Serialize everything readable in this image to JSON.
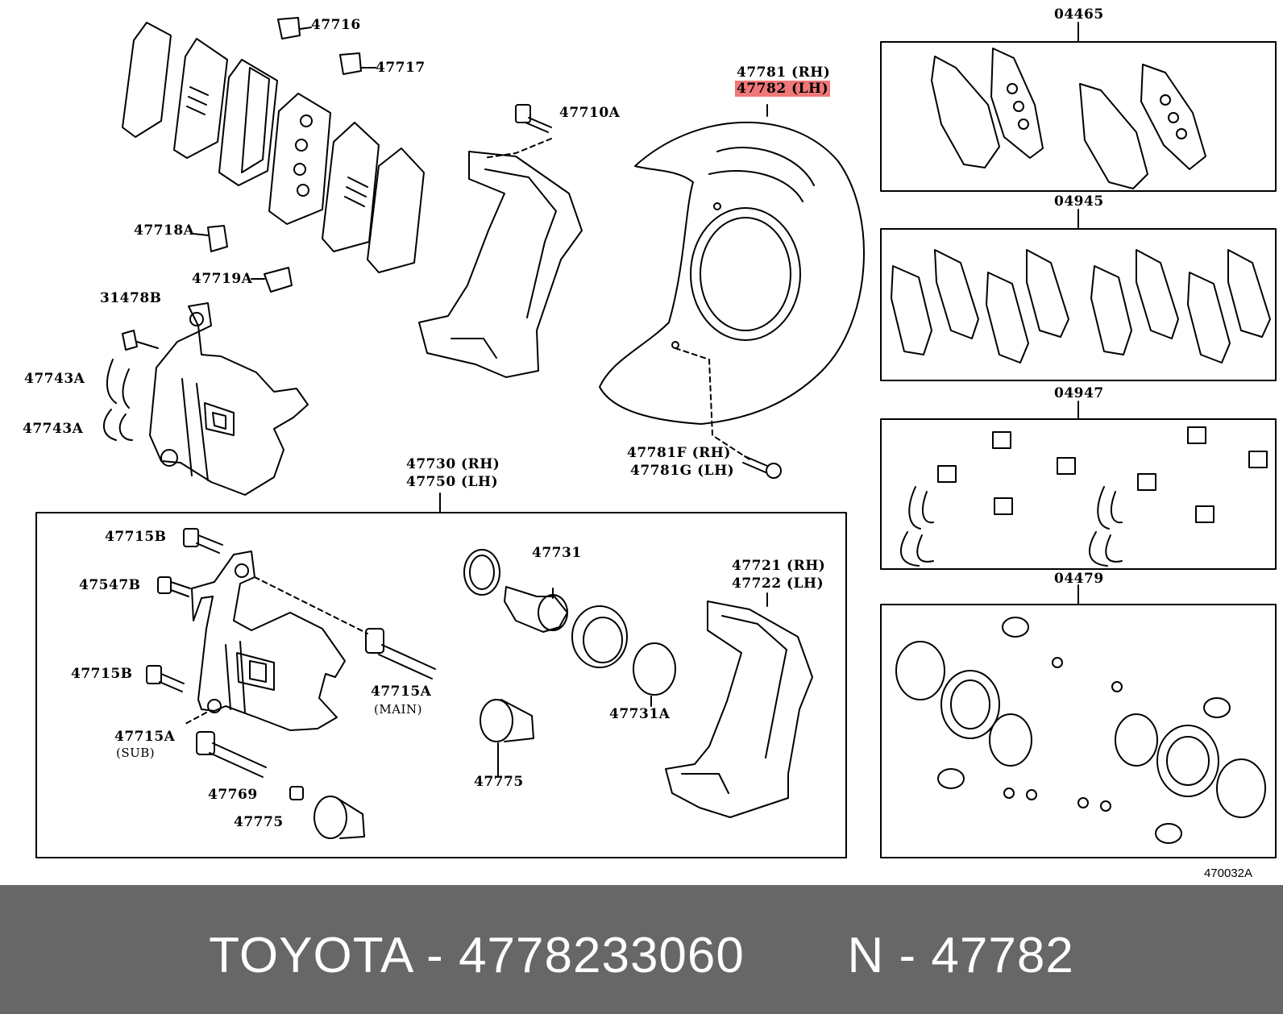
{
  "diagram": {
    "part_labels": [
      {
        "text": "47716"
      },
      {
        "text": "47717"
      },
      {
        "text": "47710A"
      },
      {
        "text": "47781 (RH)"
      },
      {
        "text": "47782 (LH)",
        "highlighted": true
      },
      {
        "text": "47718A"
      },
      {
        "text": "47719A"
      },
      {
        "text": "31478B"
      },
      {
        "text": "47743A"
      },
      {
        "text": "47743A"
      },
      {
        "text": "47781F (RH)"
      },
      {
        "text": "47781G (LH)"
      },
      {
        "text": "47730 (RH)"
      },
      {
        "text": "47750 (LH)"
      },
      {
        "text": "47715B"
      },
      {
        "text": "47547B"
      },
      {
        "text": "47715B"
      },
      {
        "text": "47715A"
      },
      {
        "text": "(MAIN)"
      },
      {
        "text": "47715A"
      },
      {
        "text": "(SUB)"
      },
      {
        "text": "47769"
      },
      {
        "text": "47775"
      },
      {
        "text": "47731"
      },
      {
        "text": "47731A"
      },
      {
        "text": "47775"
      },
      {
        "text": "47721 (RH)"
      },
      {
        "text": "47722 (LH)"
      }
    ],
    "kit_boxes": [
      {
        "label": "04465"
      },
      {
        "label": "04945"
      },
      {
        "label": "04947"
      },
      {
        "label": "04479"
      }
    ],
    "reference_code": "470032A",
    "highlight_color": "#f07878"
  },
  "footer": {
    "brand": "TOYOTA",
    "separator": "-",
    "part_number": "4778233060",
    "n_label": "N",
    "n_code": "47782",
    "background_color": "#676767",
    "text_color": "#ffffff"
  }
}
